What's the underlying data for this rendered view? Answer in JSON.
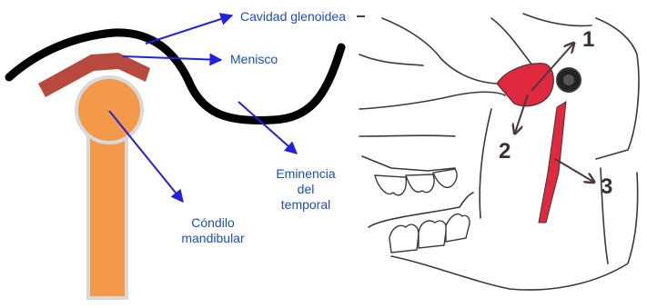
{
  "labels": {
    "cavidad": "Cavidad glenoidea",
    "menisco": "Menisco",
    "condilo_l1": "Cóndilo",
    "condilo_l2": "mandibular",
    "eminencia_l1": "Eminencia",
    "eminencia_l2": "del",
    "eminencia_l3": "temporal"
  },
  "markers": {
    "m1": "1",
    "m2": "2",
    "m3": "3"
  },
  "colors": {
    "label_text": "#1a4fc0",
    "pointer_arrow": "#2222dd",
    "joint_line": "#000000",
    "meniscus": "#b8493f",
    "condyle": "#f4984a",
    "condyle_outline": "#d9d9d9",
    "sketch_line": "#3a3a3a",
    "sketch_red": "#e0283e",
    "sketch_arrow": "#4a3a3e"
  },
  "icons": [
    "blue-pointer-arrow",
    "black-sketch-arrow"
  ]
}
